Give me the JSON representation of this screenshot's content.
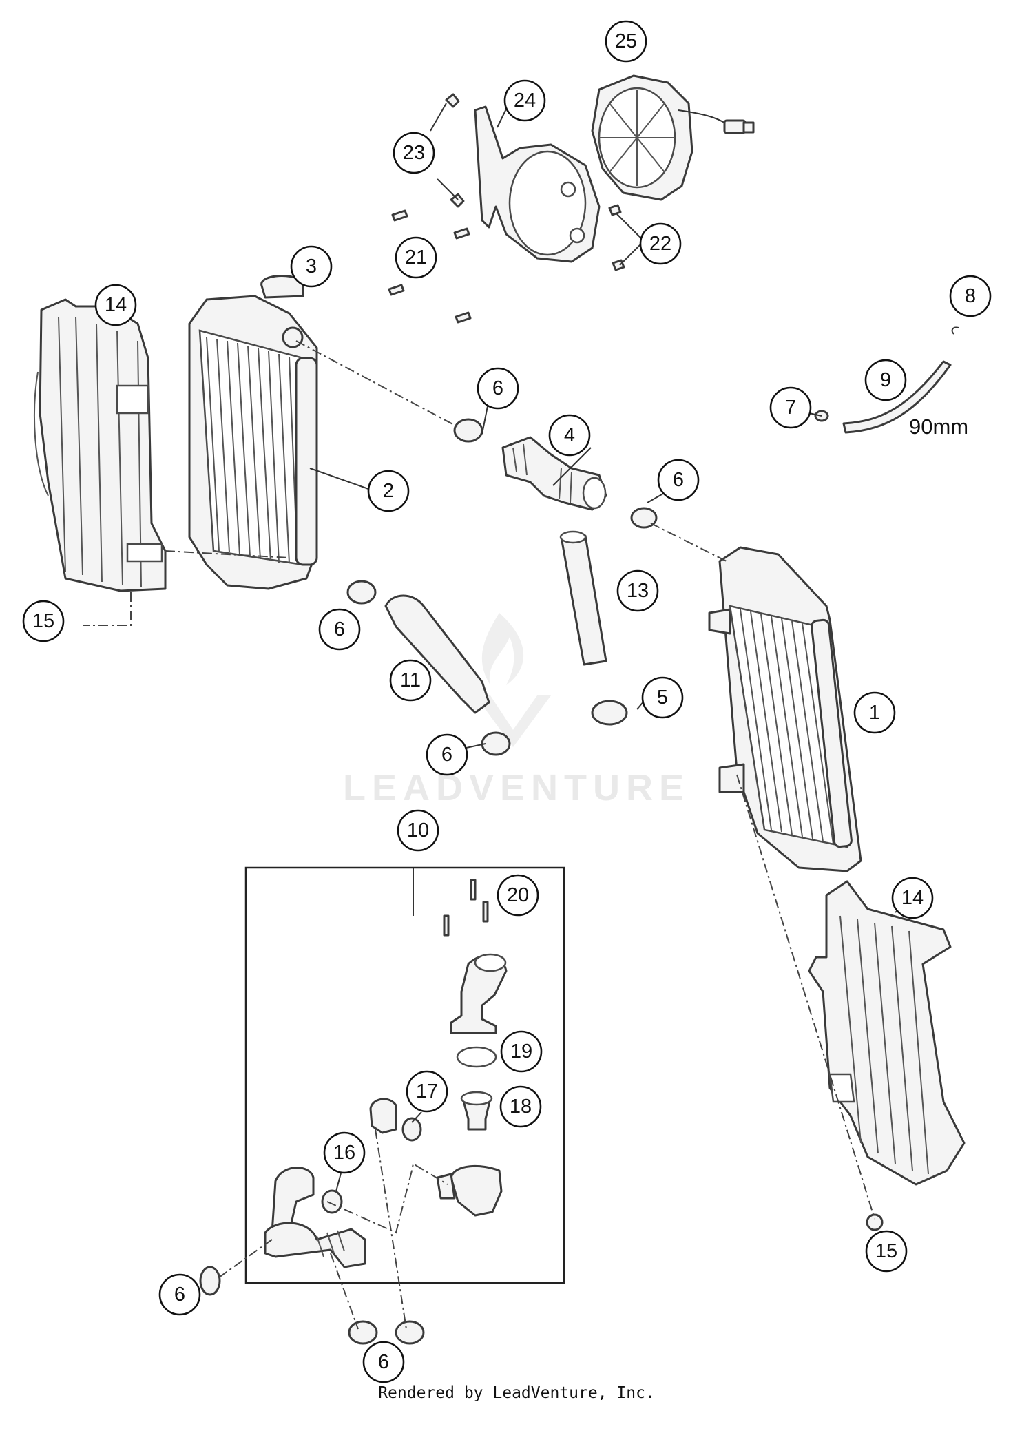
{
  "diagram": {
    "callouts": [
      {
        "id": "c1",
        "label": "1"
      },
      {
        "id": "c2",
        "label": "2"
      },
      {
        "id": "c3",
        "label": "3"
      },
      {
        "id": "c4",
        "label": "4"
      },
      {
        "id": "c5",
        "label": "5"
      },
      {
        "id": "c6a",
        "label": "6"
      },
      {
        "id": "c6b",
        "label": "6"
      },
      {
        "id": "c6c",
        "label": "6"
      },
      {
        "id": "c6d",
        "label": "6"
      },
      {
        "id": "c6e",
        "label": "6"
      },
      {
        "id": "c6f",
        "label": "6"
      },
      {
        "id": "c7",
        "label": "7"
      },
      {
        "id": "c8",
        "label": "8"
      },
      {
        "id": "c9",
        "label": "9"
      },
      {
        "id": "c10",
        "label": "10"
      },
      {
        "id": "c11",
        "label": "11"
      },
      {
        "id": "c13",
        "label": "13"
      },
      {
        "id": "c14a",
        "label": "14"
      },
      {
        "id": "c14b",
        "label": "14"
      },
      {
        "id": "c15a",
        "label": "15"
      },
      {
        "id": "c15b",
        "label": "15"
      },
      {
        "id": "c16",
        "label": "16"
      },
      {
        "id": "c17",
        "label": "17"
      },
      {
        "id": "c18",
        "label": "18"
      },
      {
        "id": "c19",
        "label": "19"
      },
      {
        "id": "c20",
        "label": "20"
      },
      {
        "id": "c21",
        "label": "21"
      },
      {
        "id": "c22",
        "label": "22"
      },
      {
        "id": "c23",
        "label": "23"
      },
      {
        "id": "c24",
        "label": "24"
      },
      {
        "id": "c25",
        "label": "25"
      }
    ],
    "hose_length_label": "90mm",
    "watermark": "LEADVENTURE"
  },
  "footer": {
    "text": "Rendered by LeadVenture, Inc."
  },
  "colors": {
    "line": "#3a3a3a",
    "part_fill": "#f4f4f4",
    "watermark": "#e9e9e9"
  }
}
